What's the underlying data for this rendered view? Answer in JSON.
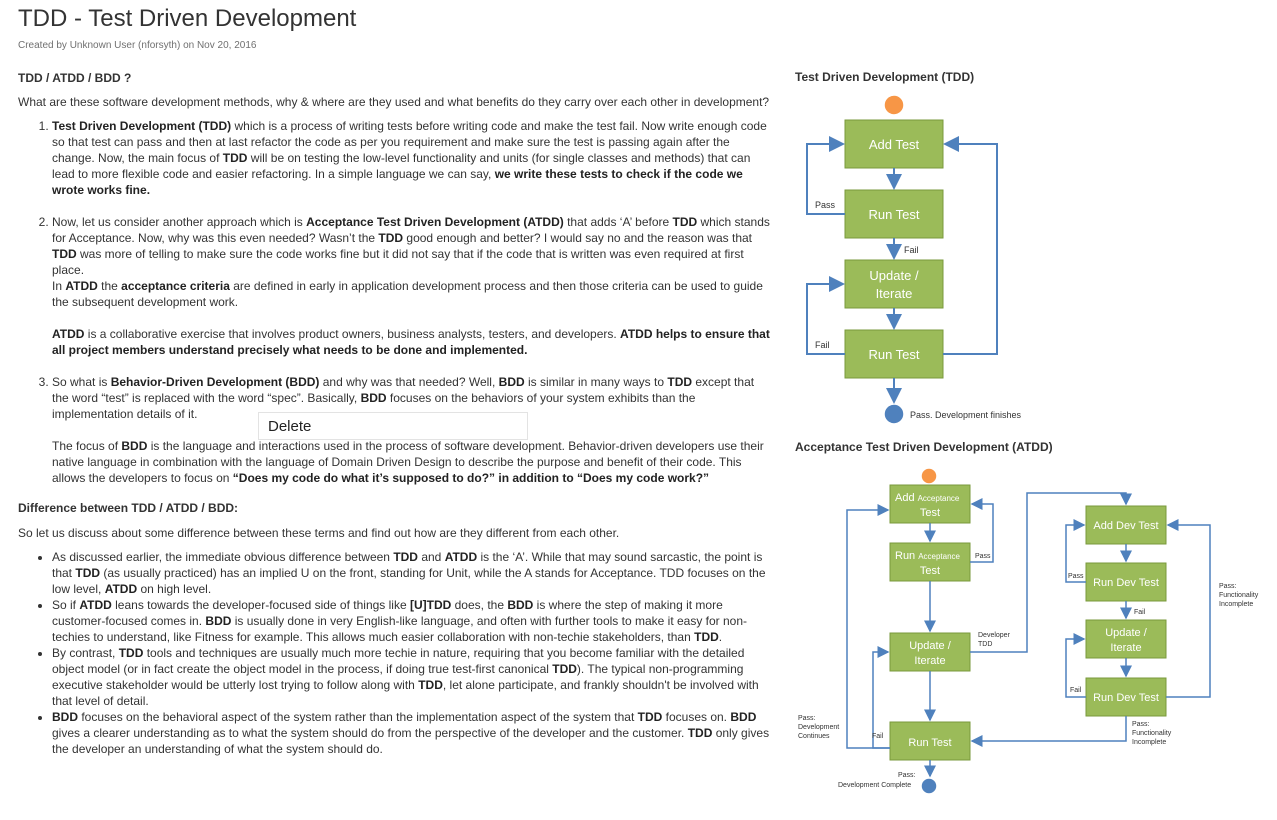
{
  "page": {
    "title": "TDD - Test Driven Development",
    "meta": "Created by Unknown User (nforsyth) on Nov 20, 2016"
  },
  "section1": {
    "heading": "TDD / ATDD / BDD ?",
    "intro": "What are these software development methods, why & where are they used and what benefits do they carry over each other in development?",
    "item1": {
      "b1": "Test Driven Development (TDD)",
      "t1": " which is a process of writing tests before writing code and make the test fail. Now write enough code so that test can pass and then at last refactor the code as per you requirement and make sure the test is passing again after the change. Now, the main focus of ",
      "b2": "TDD",
      "t2": " will be on testing the low-level functionality and units (for single classes and methods) that can lead to more flexible code and easier refactoring. In a simple language we can say, ",
      "b3": "we write these tests to check if the code we wrote works fine."
    },
    "item2": {
      "t1": "Now, let us consider another approach which is ",
      "b1": "Acceptance Test Driven Development (ATDD)",
      "t2": " that adds ‘A’ before ",
      "b2": "TDD",
      "t3": " which stands for Acceptance. Now, why was this even needed? Wasn’t the ",
      "b3": "TDD",
      "t4": " good enough and better? I would say no and the reason was that ",
      "b4": "TDD",
      "t5": " was more of telling to make sure the code works fine but it did not say that if the code that is written was even required at first place.",
      "t6": "In ",
      "b5": "ATDD",
      "t7": " the ",
      "b6": "acceptance criteria",
      "t8": " are defined in early in application development process and then those criteria can be used to guide the subsequent development work.",
      "b7": "ATDD",
      "t9": " is a collaborative exercise that involves product owners, business analysts, testers, and developers. ",
      "b8": "ATDD helps to ensure that all project members understand precisely what needs to be done and implemented."
    },
    "item3": {
      "t1": "So what is ",
      "b1": "Behavior-Driven Development (BDD)",
      "t2": " and why was that needed? Well, ",
      "b2": "BDD",
      "t3": " is similar in many ways to ",
      "b3": "TDD",
      "t4": " except that the word “test” is replaced with the word “spec”. Basically, ",
      "b4": "BDD",
      "t5": " focuses on the behaviors of your system exhibits than the implementation details of it.",
      "t6": "The focus of ",
      "b5": "BDD",
      "t7": " is the language and interactions used in the process of software development. Behavior-driven developers use their native language in combination with the language of Domain Driven Design to describe the purpose and benefit of their code. This allows the developers to focus on ",
      "b6": "“Does my code do what it’s supposed to do?” in addition to “Does my code work?”"
    }
  },
  "section2": {
    "heading": "Difference between TDD / ATDD / BDD:",
    "intro": "So let us discuss about some difference between these terms and find out how are they different from each other.",
    "bullet1": {
      "t1": "As discussed earlier, the immediate obvious difference between ",
      "b1": "TDD",
      "t2": " and ",
      "b2": "ATDD",
      "t3": " is the ‘A’. While that may sound sarcastic, the point is that ",
      "b3": "TDD",
      "t4": " (as usually practiced) has an implied U on the front, standing for Unit, while the A stands for Acceptance. TDD focuses on the low level, ",
      "b4": "ATDD",
      "t5": " on high level."
    },
    "bullet2": {
      "t1": "So if ",
      "b1": "ATDD",
      "t2": " leans towards the developer-focused side of things like ",
      "b2": "[U]TDD",
      "t3": " does, the ",
      "b3": "BDD",
      "t4": " is where the step of making it more customer-focused comes in. ",
      "b4": "BDD",
      "t5": " is usually done in very English-like language, and often with further tools to make it easy for non-techies to understand, like Fitness for example. This allows much easier collaboration with non-techie stakeholders, than ",
      "b5": "TDD",
      "t6": "."
    },
    "bullet3": {
      "t1": "By contrast, ",
      "b1": "TDD",
      "t2": " tools and techniques are usually much more techie in nature, requiring that you become familiar with the detailed object model (or in fact create the object model in the process, if doing true test-first canonical ",
      "b2": "TDD",
      "t3": "). The typical non-programming executive stakeholder would be utterly lost trying to follow along with ",
      "b3": "TDD",
      "t4": ", let alone participate, and frankly shouldn't be involved with that level of detail."
    },
    "bullet4": {
      "b1": "BDD",
      "t1": " focuses on the behavioral aspect of the system rather than the implementation aspect of the system that ",
      "b2": "TDD",
      "t2": " focuses on. ",
      "b3": "BDD",
      "t3": " gives a clearer understanding as to what the system should do from the perspective of the developer and the customer. ",
      "b4": "TDD",
      "t4": " only gives the developer an understanding of what the system should do."
    }
  },
  "tooltip": {
    "label": "Delete"
  },
  "tdd_figure": {
    "title": "Test Driven Development (TDD)",
    "boxes": [
      "Add Test",
      "Run Test",
      "Update /",
      "Iterate",
      "Run Test"
    ],
    "labels": {
      "pass": "Pass",
      "fail1": "Fail",
      "fail2": "Fail",
      "finish": "Pass.  Development finishes"
    }
  },
  "atdd_figure": {
    "title": "Acceptance Test Driven Development (ATDD)",
    "boxes": {
      "add": "Add",
      "acceptance1": "Acceptance",
      "test1": "Test",
      "run": "Run",
      "acceptance2": "Acceptance",
      "test2": "Test",
      "update": "Update /",
      "iterate": "Iterate",
      "run_test": "Run Test",
      "add_dev": "Add Dev Test",
      "run_dev1": "Run Dev Test",
      "update_dev": "Update /",
      "iterate_dev": "Iterate",
      "run_dev2": "Run Dev Test"
    },
    "labels": {
      "pass_right": "Pass",
      "developer": "Developer",
      "tdd": "TDD",
      "pass_dev": "Pass",
      "fail_dev1": "Fail",
      "fail_dev2": "Fail",
      "pass_func1": "Pass:",
      "pass_func2": "Functionality",
      "pass_func3": "Incomplete",
      "pass_func_b1": "Pass:",
      "pass_func_b2": "Functionality",
      "pass_func_b3": "Incomplete",
      "pass_cont1": "Pass:",
      "pass_cont2": "Development",
      "pass_cont3": "Continues",
      "fail_left": "Fail",
      "complete1": "Pass:",
      "complete2": "Development Complete"
    }
  },
  "colors": {
    "box_fill": "#9bbb59",
    "box_stroke": "#7a9a3c",
    "arrow": "#4f81bd",
    "start": "#f79646",
    "end": "#4f81bd"
  }
}
